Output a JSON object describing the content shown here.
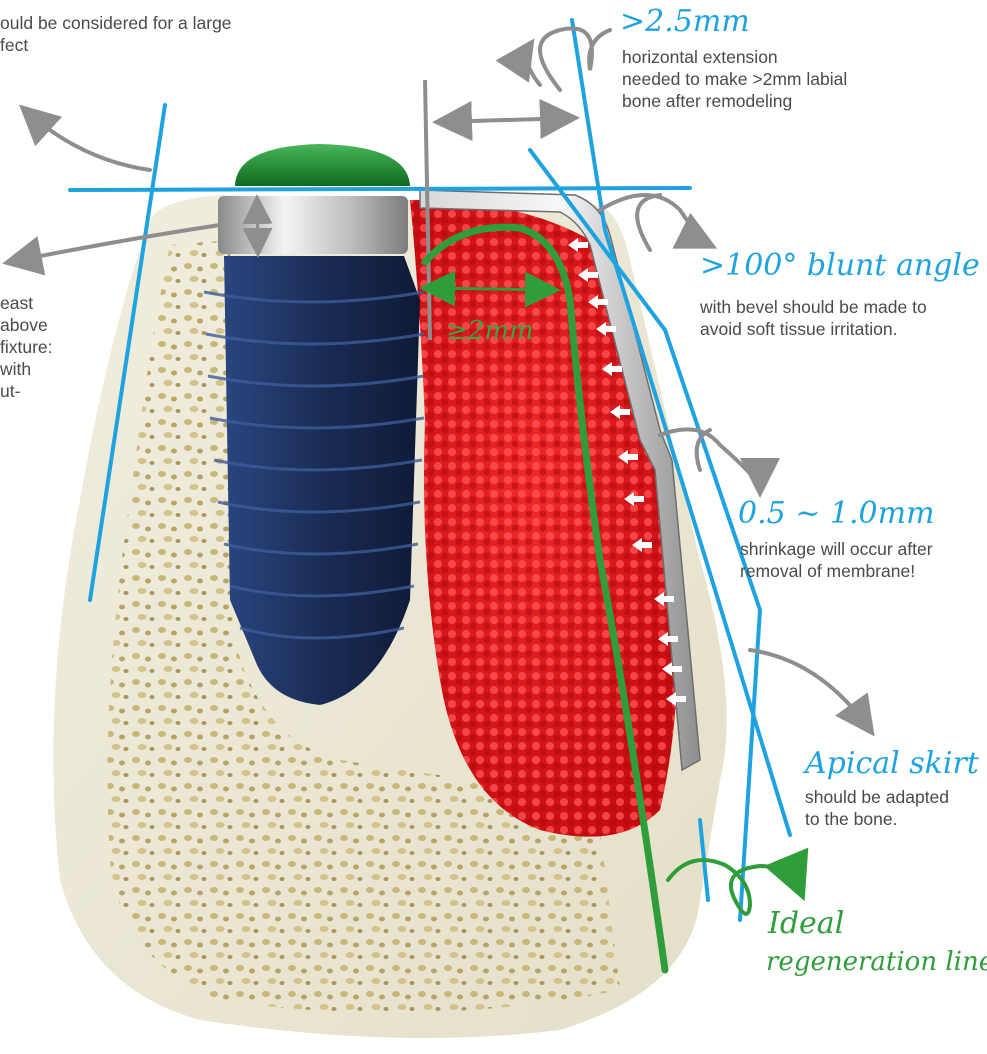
{
  "colors": {
    "accent_blue": "#1fa3e0",
    "accent_green": "#2f9e3a",
    "graft_red": "#e0141a",
    "fixture_blue": "#1e3460",
    "bone_beige": "#ebe6d4",
    "membrane_grey": "#b9b9b9",
    "healing_cap_green": "#1b8a2e"
  },
  "labels": {
    "top_left_text": "ould be considered for a large\nfect",
    "left_partial_text": "east\nabove\nfixture:\n with\nut-",
    "extension_value": ">2.5mm",
    "extension_text": "horizontal extension\nneeded to make >2mm labial\nbone after remodeling",
    "angle_title": ">100° blunt angle",
    "angle_text": "with bevel should be made to\navoid soft tissue irritation.",
    "shrinkage_value": "0.5 ~ 1.0mm",
    "shrinkage_text": "shrinkage will occur after\nremoval of membrane!",
    "skirt_title": "Apical skirt",
    "skirt_text": "should be adapted\nto the bone.",
    "regen_title_line1": "Ideal",
    "regen_title_line2": "regeneration line",
    "dimension_label": "≥2mm"
  },
  "icons": [
    "curved-arrow-icon",
    "double-headed-arrow-icon",
    "compression-arrow-icon"
  ]
}
